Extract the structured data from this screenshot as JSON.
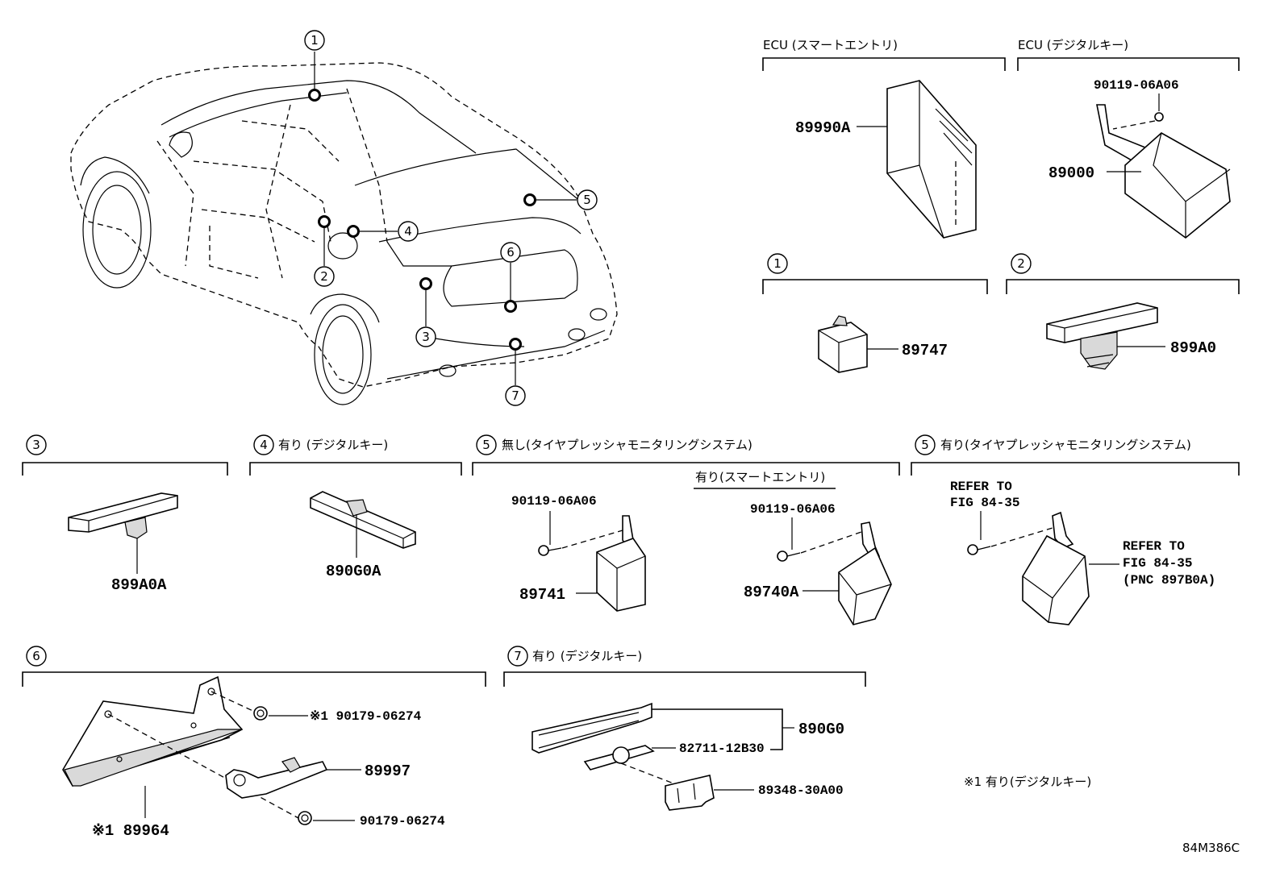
{
  "sections": {
    "ecu_smart": {
      "title": "ECU (スマートエントリ)",
      "parts": {
        "a": "89990A"
      }
    },
    "ecu_digital": {
      "title": "ECU (デジタルキー)",
      "parts": {
        "a": "90119-06A06",
        "b": "89000"
      }
    },
    "sec1": {
      "num": "1",
      "parts": {
        "a": "89747"
      }
    },
    "sec2": {
      "num": "2",
      "parts": {
        "a": "899A0"
      }
    },
    "sec3": {
      "num": "3",
      "parts": {
        "a": "899A0A"
      }
    },
    "sec4": {
      "num": "4",
      "title": "有り (デジタルキー)",
      "parts": {
        "a": "890G0A"
      }
    },
    "sec5a": {
      "num": "5",
      "title": "無し(タイヤプレッシャモニタリングシステム)",
      "subtitle": "有り(スマートエントリ)",
      "parts": {
        "a": "90119-06A06",
        "b": "89741",
        "c": "90119-06A06",
        "d": "89740A"
      }
    },
    "sec5b": {
      "num": "5",
      "title": "有り(タイヤプレッシャモニタリングシステム)",
      "refer1": [
        "REFER TO",
        "FIG 84-35"
      ],
      "refer2": [
        "REFER TO",
        "FIG 84-35",
        "(PNC 897B0A)"
      ]
    },
    "sec6": {
      "num": "6",
      "parts": {
        "a": "※1 90179-06274",
        "b": "89997",
        "c": "90179-06274",
        "d": "※1 89964"
      }
    },
    "sec7": {
      "num": "7",
      "title": "有り (デジタルキー)",
      "parts": {
        "a": "890G0",
        "b": "82711-12B30",
        "c": "89348-30A00"
      }
    }
  },
  "car_callouts": [
    "1",
    "2",
    "3",
    "4",
    "5",
    "6",
    "7"
  ],
  "footnote": "※1 有り(デジタルキー)",
  "figure_code": "84M386C"
}
